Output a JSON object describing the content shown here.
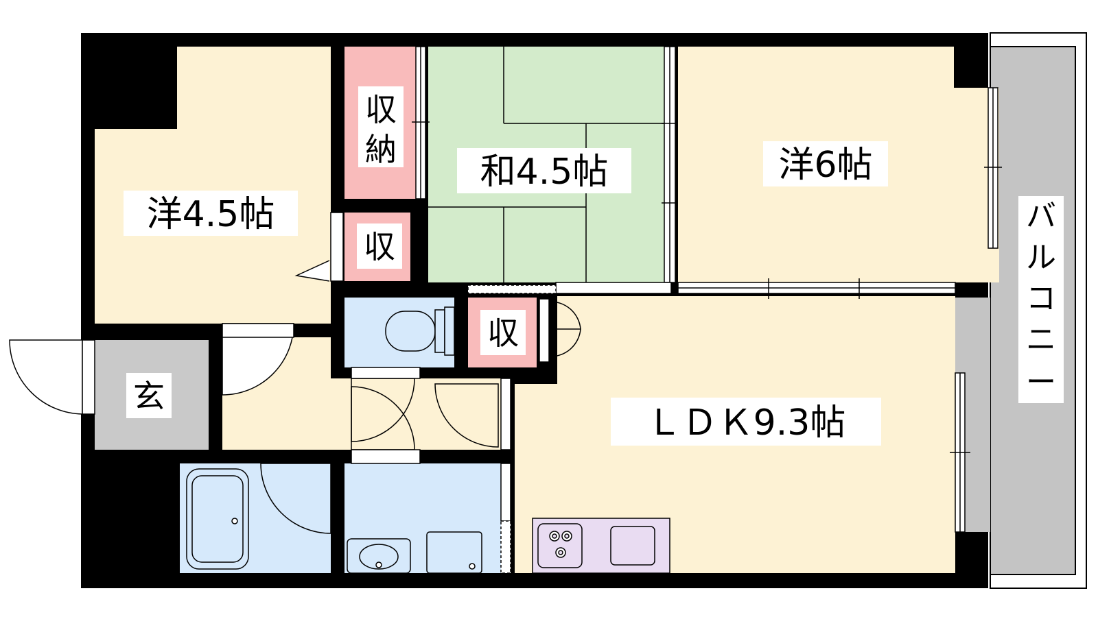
{
  "rooms": {
    "western_small": "洋4.5帖",
    "japanese": "和4.5帖",
    "western_large": "洋6帖",
    "ldk": "ＬＤＫ9.3帖",
    "storage_top_line1": "収",
    "storage_top_line2": "納",
    "storage_mid": "収",
    "storage_hall": "収",
    "entrance": "玄"
  },
  "balcony": {
    "chars": [
      "バ",
      "ル",
      "コ",
      "ニ",
      "ー"
    ]
  },
  "colors": {
    "wall": "#000000",
    "western_floor": "#fdf2d4",
    "japanese_floor": "#d3ebcb",
    "storage": "#f9bbbb",
    "wet_area": "#d6e9fb",
    "entrance_floor": "#c9c9c9",
    "balcony": "#c4c4c4",
    "kitchen": "#e9dcf2"
  }
}
